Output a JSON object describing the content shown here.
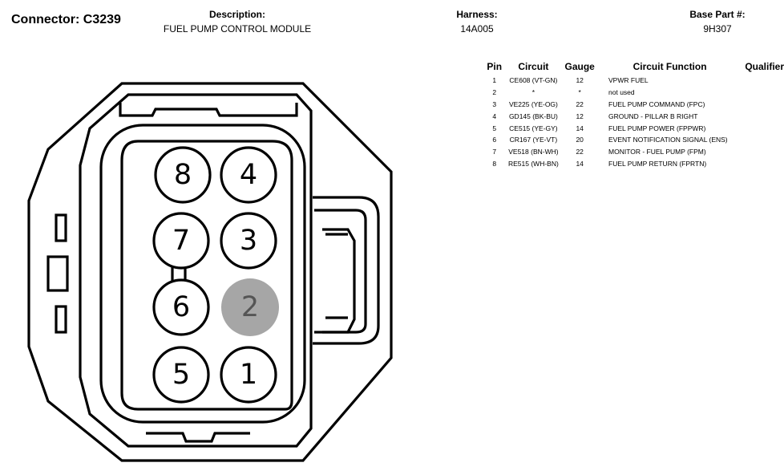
{
  "header": {
    "connector_title": "Connector: C3239",
    "description_label": "Description:",
    "description_value": "FUEL PUMP CONTROL MODULE",
    "harness_label": "Harness:",
    "harness_value": "14A005",
    "base_part_label": "Base Part #:",
    "base_part_value": "9H307"
  },
  "table": {
    "columns": [
      "Pin",
      "Circuit",
      "Gauge",
      "Circuit Function",
      "Qualifier"
    ],
    "rows": [
      {
        "pin": "1",
        "circuit": "CE608 (VT-GN)",
        "gauge": "12",
        "function": "VPWR FUEL",
        "qualifier": ""
      },
      {
        "pin": "2",
        "circuit": "*",
        "gauge": "*",
        "function": "not used",
        "qualifier": ""
      },
      {
        "pin": "3",
        "circuit": "VE225 (YE-OG)",
        "gauge": "22",
        "function": "FUEL PUMP COMMAND (FPC)",
        "qualifier": ""
      },
      {
        "pin": "4",
        "circuit": "GD145 (BK-BU)",
        "gauge": "12",
        "function": "GROUND - PILLAR B RIGHT",
        "qualifier": ""
      },
      {
        "pin": "5",
        "circuit": "CE515 (YE-GY)",
        "gauge": "14",
        "function": "FUEL PUMP POWER (FPPWR)",
        "qualifier": ""
      },
      {
        "pin": "6",
        "circuit": "CR167 (YE-VT)",
        "gauge": "20",
        "function": "EVENT NOTIFICATION SIGNAL (ENS)",
        "qualifier": ""
      },
      {
        "pin": "7",
        "circuit": "VE518 (BN-WH)",
        "gauge": "22",
        "function": "MONITOR - FUEL PUMP (FPM)",
        "qualifier": ""
      },
      {
        "pin": "8",
        "circuit": "RE515 (WH-BN)",
        "gauge": "14",
        "function": "FUEL PUMP RETURN (FPRTN)",
        "qualifier": ""
      }
    ]
  },
  "connector": {
    "pin_labels": {
      "p1": "1",
      "p2": "2",
      "p3": "3",
      "p4": "4",
      "p5": "5",
      "p6": "6",
      "p7": "7",
      "p8": "8"
    },
    "unused_pin_fill": "#a6a6a6",
    "unused_pin_text_color": "#555555",
    "outline_color": "#000000"
  }
}
